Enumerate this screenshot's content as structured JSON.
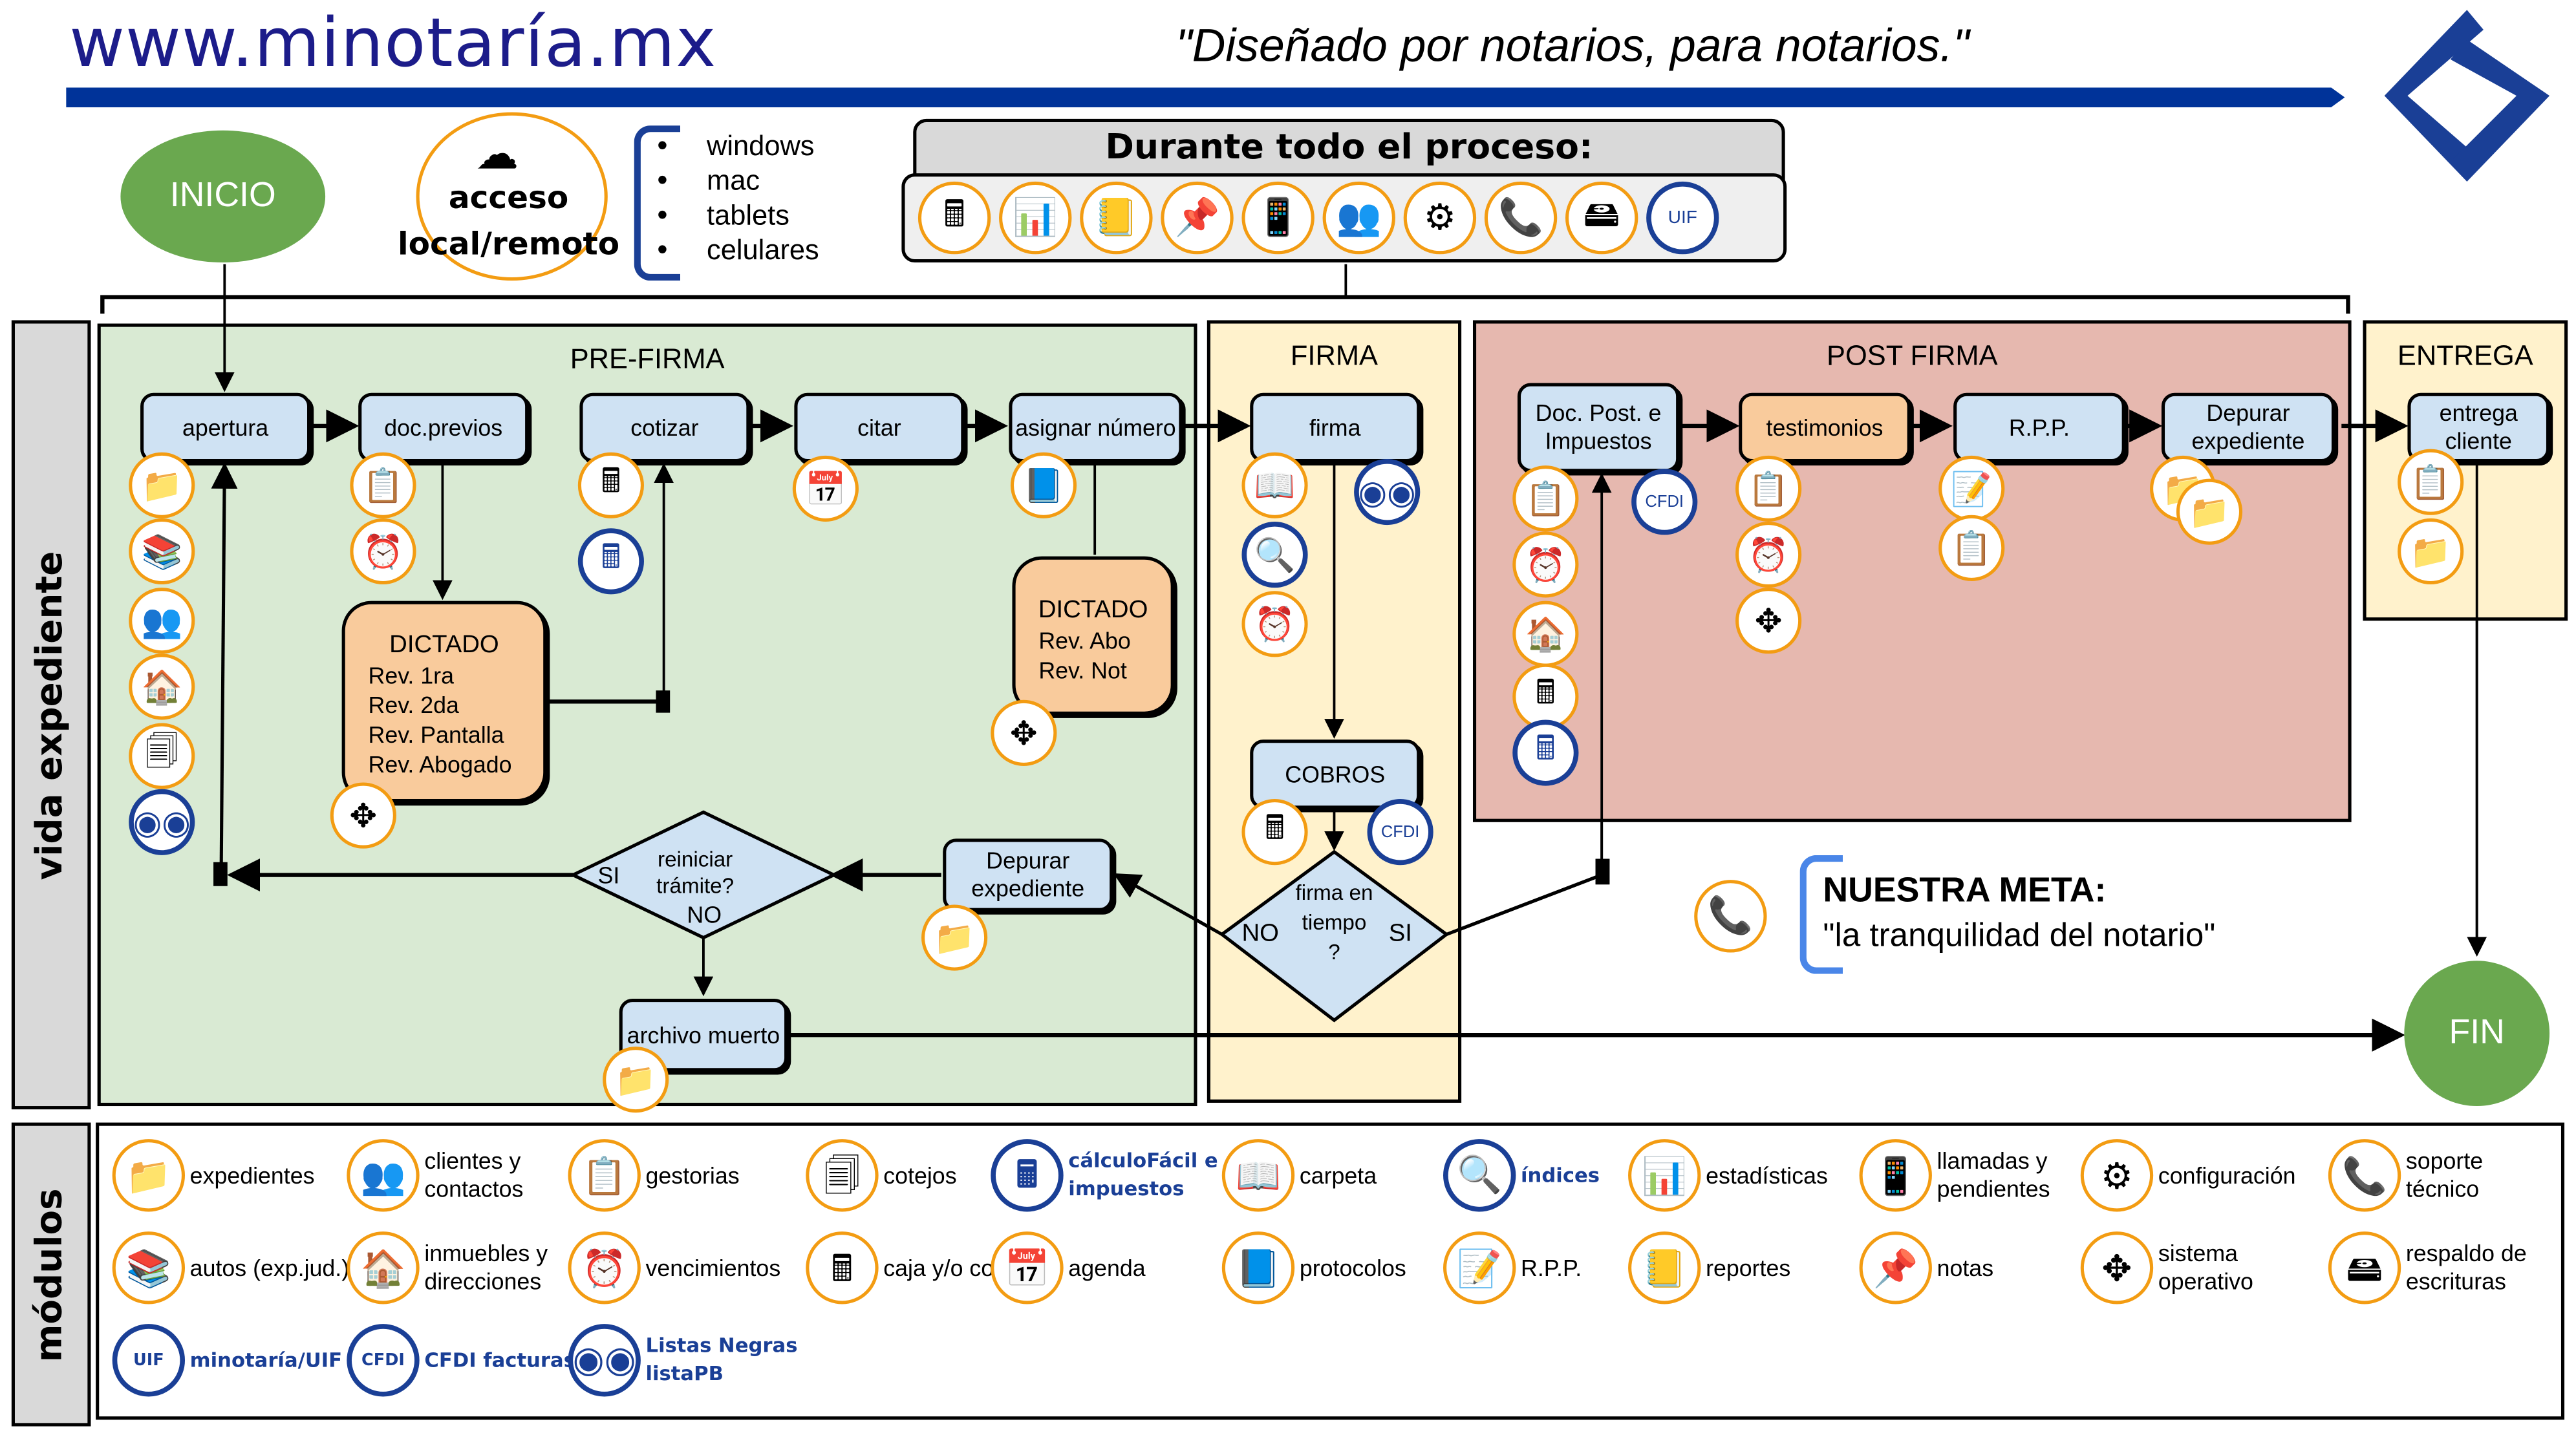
{
  "header": {
    "site": "www.minotaría.mx",
    "tagline": "\"Diseñado por notarios, para notarios.\"",
    "brand_color": "#003399",
    "logo_icon": "blue-diamond-logo-icon"
  },
  "start_label": "INICIO",
  "end_label": "FIN",
  "access": {
    "line1": "acceso",
    "line2": "local/remoto",
    "icon": "cloud-network-icon",
    "platforms": [
      "windows",
      "mac",
      "tablets",
      "celulares"
    ]
  },
  "throughout": {
    "title": "Durante todo el proceso:",
    "icons": [
      {
        "name": "cash-register-icon",
        "glyph": "🖩"
      },
      {
        "name": "bar-chart-icon",
        "glyph": "📊"
      },
      {
        "name": "notebook-icon",
        "glyph": "📒"
      },
      {
        "name": "sticky-notes-icon",
        "glyph": "📌"
      },
      {
        "name": "mobile-phone-icon",
        "glyph": "📱"
      },
      {
        "name": "people-icon",
        "glyph": "👥"
      },
      {
        "name": "gear-icon",
        "glyph": "⚙"
      },
      {
        "name": "phone-icon",
        "glyph": "📞"
      },
      {
        "name": "backup-drive-icon",
        "glyph": "🖴"
      },
      {
        "name": "uif-index-icon",
        "glyph": "UIF"
      }
    ]
  },
  "lanes": {
    "vida": "vida expediente",
    "modulos": "módulos"
  },
  "zones": {
    "prefirma": "PRE-FIRMA",
    "firma": "FIRMA",
    "postfirma": "POST FIRMA",
    "entrega": "ENTREGA"
  },
  "steps": {
    "apertura": "apertura",
    "docprevios": "doc.previos",
    "cotizar": "cotizar",
    "citar": "citar",
    "asignar": "asignar número",
    "firma": "firma",
    "cobros": "COBROS",
    "docpost": "Doc. Post. e Impuestos",
    "testimonios": "testimonios",
    "rpp": "R.P.P.",
    "depurar_post": "Depurar expediente",
    "entrega": "entrega cliente",
    "depurar_pre": "Depurar expediente",
    "archivo": "archivo muerto"
  },
  "dictado1": {
    "title": "DICTADO",
    "lines": [
      "Rev. 1ra",
      "Rev. 2da",
      "Rev. Pantalla",
      "Rev. Abogado"
    ]
  },
  "dictado2": {
    "title": "DICTADO",
    "lines": [
      "Rev. Abo",
      "Rev. Not"
    ]
  },
  "decisions": {
    "reiniciar": {
      "text": "reiniciar trámite?",
      "yes": "SI",
      "no": "NO"
    },
    "tiempo": {
      "text": "firma en tiempo ?",
      "yes": "SI",
      "no": "NO"
    }
  },
  "goal": {
    "title": "NUESTRA META:",
    "text": "\"la tranquilidad del notario\"",
    "icon": "phone-icon"
  },
  "modules": [
    {
      "label": "expedientes",
      "icon": "folder-icon",
      "glyph": "📁",
      "style": "orange"
    },
    {
      "label": "clientes y contactos",
      "icon": "people-icon",
      "glyph": "👥",
      "style": "orange"
    },
    {
      "label": "gestorias",
      "icon": "clipboard-icon",
      "glyph": "📋",
      "style": "orange"
    },
    {
      "label": "cotejos",
      "icon": "documents-icon",
      "glyph": "🗐",
      "style": "orange"
    },
    {
      "label": "cálculoFácil e impuestos",
      "icon": "calculator-icon",
      "glyph": "🖩",
      "style": "blue"
    },
    {
      "label": "carpeta",
      "icon": "open-book-icon",
      "glyph": "📖",
      "style": "orange"
    },
    {
      "label": "índices",
      "icon": "index-search-icon",
      "glyph": "🔍",
      "style": "blue"
    },
    {
      "label": "estadísticas",
      "icon": "bar-chart-icon",
      "glyph": "📊",
      "style": "orange"
    },
    {
      "label": "llamadas y pendientes",
      "icon": "mobile-phone-icon",
      "glyph": "📱",
      "style": "orange"
    },
    {
      "label": "configuración",
      "icon": "gear-icon",
      "glyph": "⚙",
      "style": "orange"
    },
    {
      "label": "soporte técnico",
      "icon": "phone-icon",
      "glyph": "📞",
      "style": "orange"
    },
    {
      "label": "autos (exp.jud.)",
      "icon": "books-icon",
      "glyph": "📚",
      "style": "orange"
    },
    {
      "label": "inmuebles y direcciones",
      "icon": "house-icon",
      "glyph": "🏠",
      "style": "orange"
    },
    {
      "label": "vencimientos",
      "icon": "alarm-clock-icon",
      "glyph": "⏰",
      "style": "orange"
    },
    {
      "label": "caja y/o conta.",
      "icon": "cash-register-icon",
      "glyph": "🖩",
      "style": "orange"
    },
    {
      "label": "agenda",
      "icon": "calendar-icon",
      "glyph": "📅",
      "style": "orange"
    },
    {
      "label": "protocolos",
      "icon": "binders-icon",
      "glyph": "📘",
      "style": "orange"
    },
    {
      "label": "R.P.P.",
      "icon": "stamp-document-icon",
      "glyph": "📝",
      "style": "orange"
    },
    {
      "label": "reportes",
      "icon": "notebook-icon",
      "glyph": "📒",
      "style": "orange"
    },
    {
      "label": "notas",
      "icon": "sticky-notes-icon",
      "glyph": "📌",
      "style": "orange"
    },
    {
      "label": "sistema operativo",
      "icon": "os-logo-icon",
      "glyph": "✥",
      "style": "orange"
    },
    {
      "label": "respaldo de escrituras",
      "icon": "backup-drive-icon",
      "glyph": "🖴",
      "style": "orange"
    },
    {
      "label": "minotaría/UIF",
      "icon": "uif-index-icon",
      "glyph": "UIF",
      "style": "blue"
    },
    {
      "label": "CFDI facturas",
      "icon": "cfdi-icon",
      "glyph": "CFDI",
      "style": "blue"
    },
    {
      "label": "Listas Negras listaPB",
      "icon": "masked-face-icon",
      "glyph": "◉◉",
      "style": "blue"
    }
  ],
  "colors": {
    "prefirma_bg": "#d9ead3",
    "firma_bg": "#fff2cc",
    "postfirma_bg": "#e6b8af",
    "step_bg": "#cfe2f3",
    "dictado_bg": "#f9cb9c",
    "terminal_bg": "#6aa84f",
    "icon_ring": "#f39c12"
  }
}
